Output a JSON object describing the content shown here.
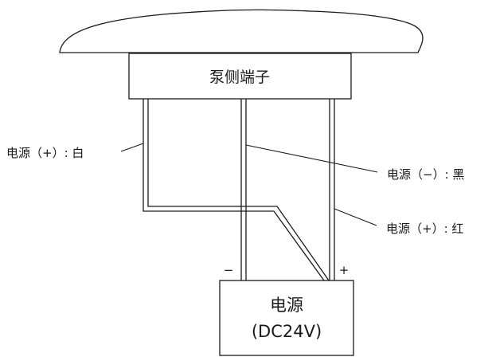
{
  "terminal_block": {
    "label": "泵侧端子"
  },
  "power_supply": {
    "line1": "电源",
    "line2": "(DC24V)"
  },
  "polarity": {
    "negative": "−",
    "positive": "+"
  },
  "wires": [
    {
      "id": "white",
      "label": "电源（+）: 白"
    },
    {
      "id": "black",
      "label": "电源（−）: 黑"
    },
    {
      "id": "red",
      "label": "电源（+）: 红"
    }
  ],
  "colors": {
    "line": "#1a1a1a",
    "background": "#ffffff"
  }
}
